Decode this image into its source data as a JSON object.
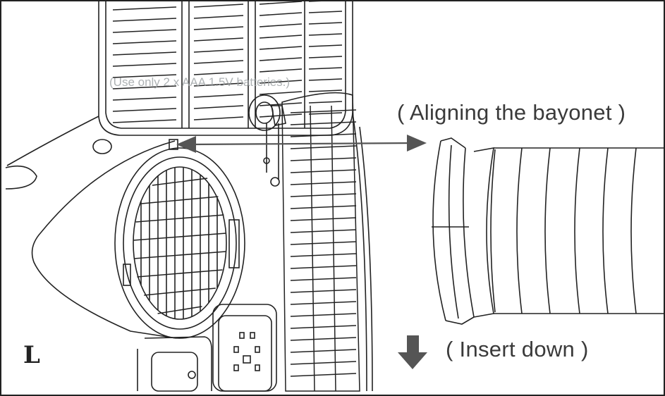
{
  "labels": {
    "aligning": "( Aligning the bayonet )",
    "insert": "( Insert down )",
    "note": "(Use only 2 x AAA 1.5V batteries.)",
    "corner": "L"
  },
  "icons": {
    "arrow_horizontal": "double-headed-arrow-icon",
    "arrow_down": "down-arrow-icon"
  },
  "colors": {
    "line": "#222222",
    "arrow": "#555555",
    "text": "#3a3a3a",
    "faint_text": "#9aa0a2"
  }
}
